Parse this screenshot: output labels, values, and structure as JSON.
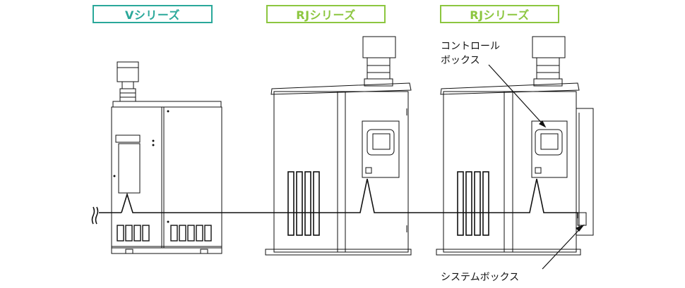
{
  "labels": {
    "v_series": "Vシリーズ",
    "rj_series_1": "RJシリーズ",
    "rj_series_2": "RJシリーズ"
  },
  "annotations": {
    "control_box_line1": "コントロール",
    "control_box_line2": "ボックス",
    "system_box": "システムボックス"
  },
  "colors": {
    "v_series_border": "#2aa89a",
    "v_series_text": "#2aa89a",
    "rj_series_border": "#8cc63f",
    "rj_series_text": "#8cc63f",
    "line": "#111111"
  }
}
